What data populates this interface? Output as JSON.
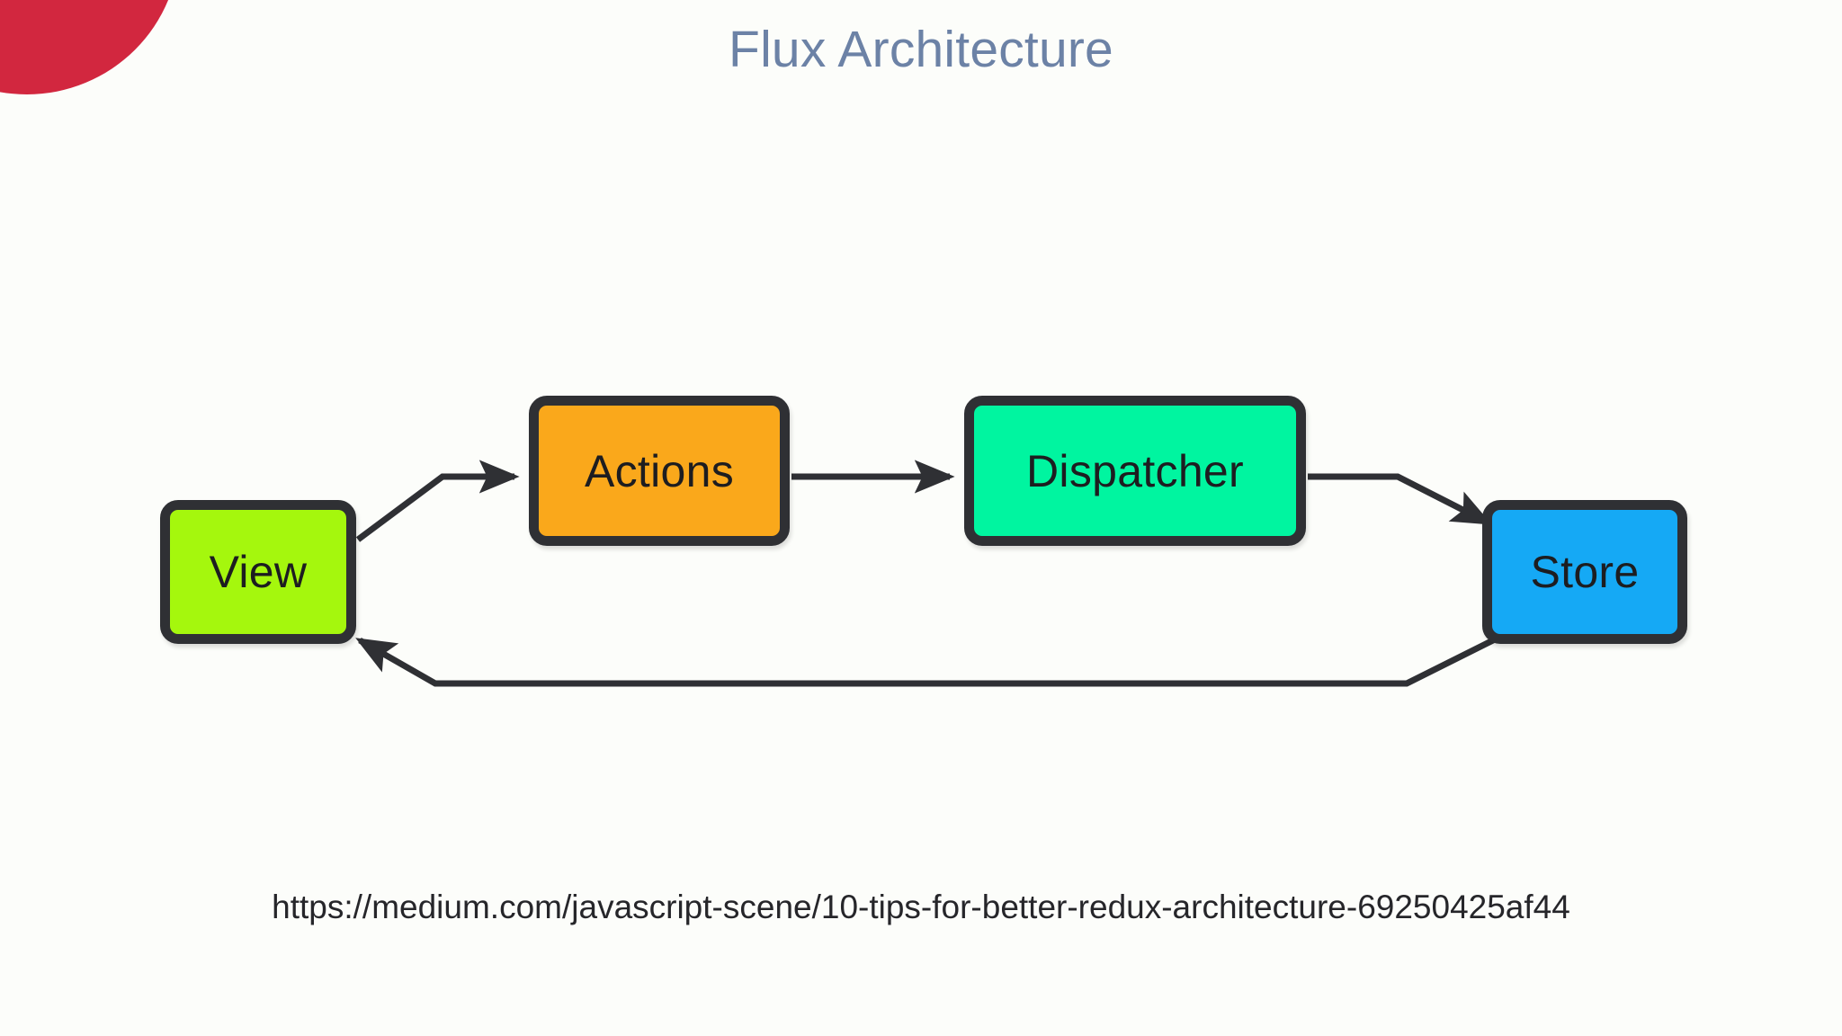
{
  "page": {
    "title": "Flux Architecture",
    "background_color": "#fcfdfa",
    "title_color": "#6c82a6",
    "accent_corner_color": "#d2273f"
  },
  "decoration": {
    "corner_wedge_name": "red-corner-wedge"
  },
  "diagram": {
    "type": "flow-diagram",
    "stroke_color": "#2f3034",
    "nodes": [
      {
        "id": "view",
        "label": "View",
        "color": "#a5f70d",
        "text_color": "#1d1d20"
      },
      {
        "id": "actions",
        "label": "Actions",
        "color": "#faa81b",
        "text_color": "#1d1d20"
      },
      {
        "id": "dispatcher",
        "label": "Dispatcher",
        "color": "#00f5a0",
        "text_color": "#1d1d20"
      },
      {
        "id": "store",
        "label": "Store",
        "color": "#15a9f5",
        "text_color": "#1d1d20"
      }
    ],
    "edges": [
      {
        "from": "View",
        "to": "Actions",
        "label": ""
      },
      {
        "from": "Actions",
        "to": "Dispatcher",
        "label": ""
      },
      {
        "from": "Dispatcher",
        "to": "Store",
        "label": ""
      },
      {
        "from": "Store",
        "to": "View",
        "label": ""
      }
    ]
  },
  "caption": {
    "source_url": "https://medium.com/javascript-scene/10-tips-for-better-redux-architecture-69250425af44"
  }
}
